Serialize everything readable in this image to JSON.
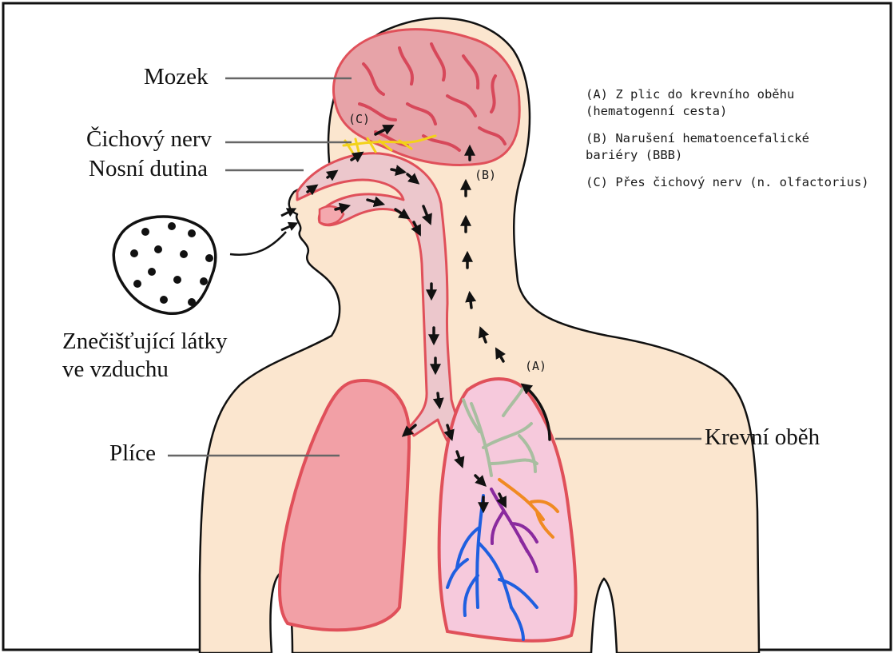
{
  "labels": {
    "brain": "Mozek",
    "olfactory_nerve": "Čichový nerv",
    "nasal_cavity": "Nosní dutina",
    "pollutants_line1": "Znečišťující látky",
    "pollutants_line2": "ve vzduchu",
    "lungs": "Plíce",
    "blood_circulation": "Krevní oběh"
  },
  "route_tags": {
    "a": "(A)",
    "b": "(B)",
    "c": "(C)"
  },
  "legend": {
    "item_a_line1": "(A) Z plic do krevního oběhu",
    "item_a_line2": "(hematogenní cesta)",
    "item_b_line1": "(B) Narušení hematoencefalické",
    "item_b_line2": "bariéry (BBB)",
    "item_c": "(C) Přes čichový nerv (n. olfactorius)"
  },
  "colors": {
    "skin": "#fbe6cf",
    "outline": "#111111",
    "organ_outline": "#e0505a",
    "brain_fill": "#e7a3a8",
    "airway_fill": "#ecc7cc",
    "lung_left_fill": "#f2a0a6",
    "lung_right_fill": "#f6c9dc",
    "nerve": "#f3d21a",
    "bronchi_green": "#a8bea0",
    "bronchi_orange": "#f08a22",
    "bronchi_purple": "#8a2a9e",
    "bronchi_blue": "#1f5fe0"
  }
}
